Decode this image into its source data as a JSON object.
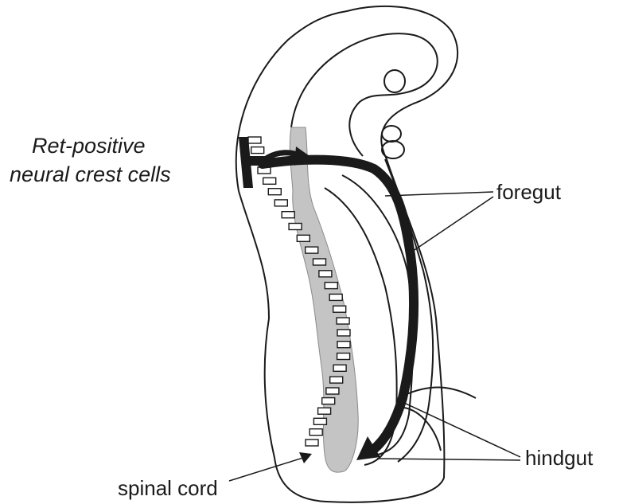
{
  "labels": {
    "ret_line1": "Ret-positive",
    "ret_line2": "neural crest cells",
    "foregut": "foregut",
    "hindgut": "hindgut",
    "spinal_cord": "spinal cord"
  },
  "colors": {
    "outline": "#1a1a1a",
    "spinal_cord_fill": "#c4c4c4",
    "arrow": "#1a1a1a",
    "background": "#ffffff"
  },
  "somite_count": 28
}
